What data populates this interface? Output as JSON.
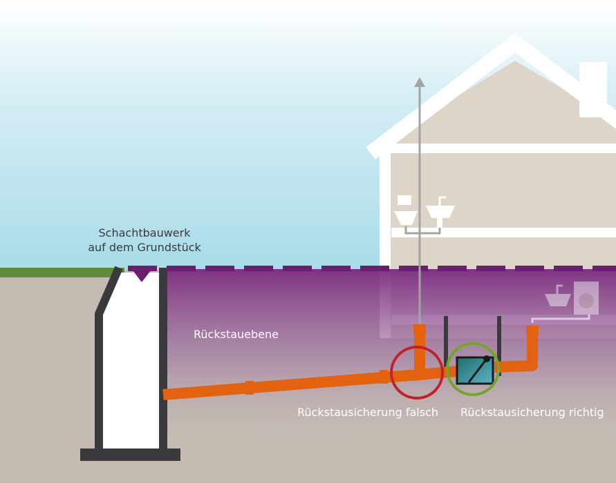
{
  "labels": {
    "shaft_line1": "Schachtbauwerk",
    "shaft_line2": "auf dem Grundstück",
    "backwater_level": "Rückstauebene",
    "protection_wrong": "Rückstausicherung falsch",
    "protection_right": "Rückstausicherung richtig"
  },
  "icons": [
    "toilet-icon",
    "sink-icon",
    "washbasin-icon",
    "washing-machine-icon",
    "backwater-valve-icon"
  ],
  "colors": {
    "sky_top": "#ffffff",
    "sky_bottom": "#a9dbe9",
    "ground": "#c4bcb3",
    "grass": "#5e8b3a",
    "house_wall": "#dcd5c8",
    "house_outline": "#ffffff",
    "backwater_zone": "#7a2a7f",
    "backwater_line": "#6b1d70",
    "pipe": "#e2620f",
    "shaft_wall": "#3a3a3e",
    "vent_pipe": "#a3a3a3",
    "wrong_circle": "#c0222c",
    "right_circle": "#73a52c",
    "valve_fill": "#2f8a86",
    "label_dark": "#3a3a3e",
    "label_light": "#ffffff"
  }
}
